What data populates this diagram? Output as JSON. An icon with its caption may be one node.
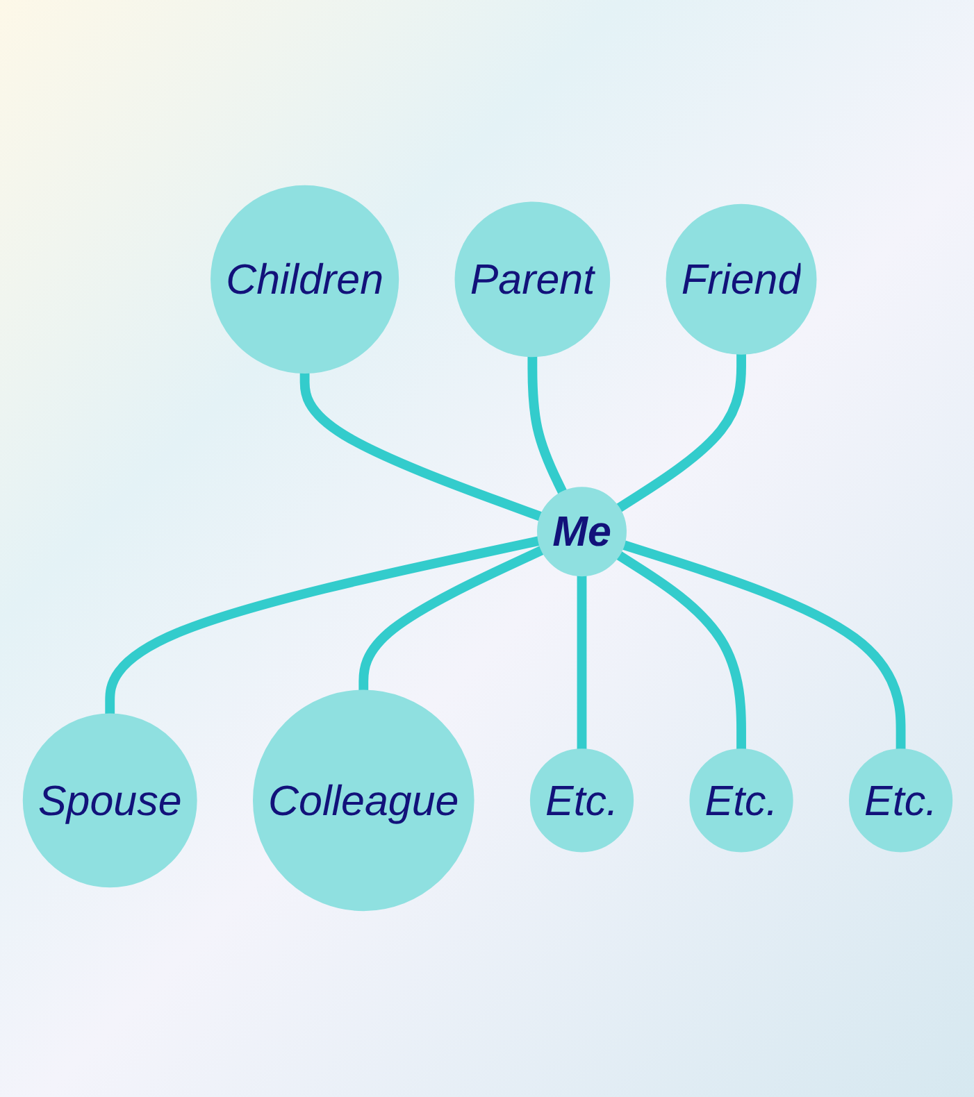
{
  "diagram": {
    "nodes": [
      {
        "text": [
          "Children"
        ]
      },
      {
        "text": [
          "Parent"
        ]
      },
      {
        "text": [
          "Friend"
        ]
      },
      {
        "text": [
          "Spouse"
        ]
      },
      {
        "text": [
          "Me"
        ]
      },
      {
        "text": [
          "Colleague"
        ]
      },
      {
        "text": [
          "Etc."
        ]
      },
      {
        "text": [
          "Etc."
        ]
      },
      {
        "text": [
          "Etc."
        ]
      }
    ],
    "edges": [
      {
        "from": 0,
        "to": 4,
        "arrow": "none"
      },
      {
        "from": 1,
        "to": 4,
        "arrow": "none"
      },
      {
        "from": 2,
        "to": 4,
        "arrow": "none"
      },
      {
        "from": 4,
        "to": 3,
        "arrow": "none"
      },
      {
        "from": 4,
        "to": 5,
        "arrow": "none"
      },
      {
        "from": 4,
        "to": 6,
        "arrow": "none"
      },
      {
        "from": 4,
        "to": 7,
        "arrow": "none"
      },
      {
        "from": 4,
        "to": 8,
        "arrow": "none"
      }
    ]
  }
}
